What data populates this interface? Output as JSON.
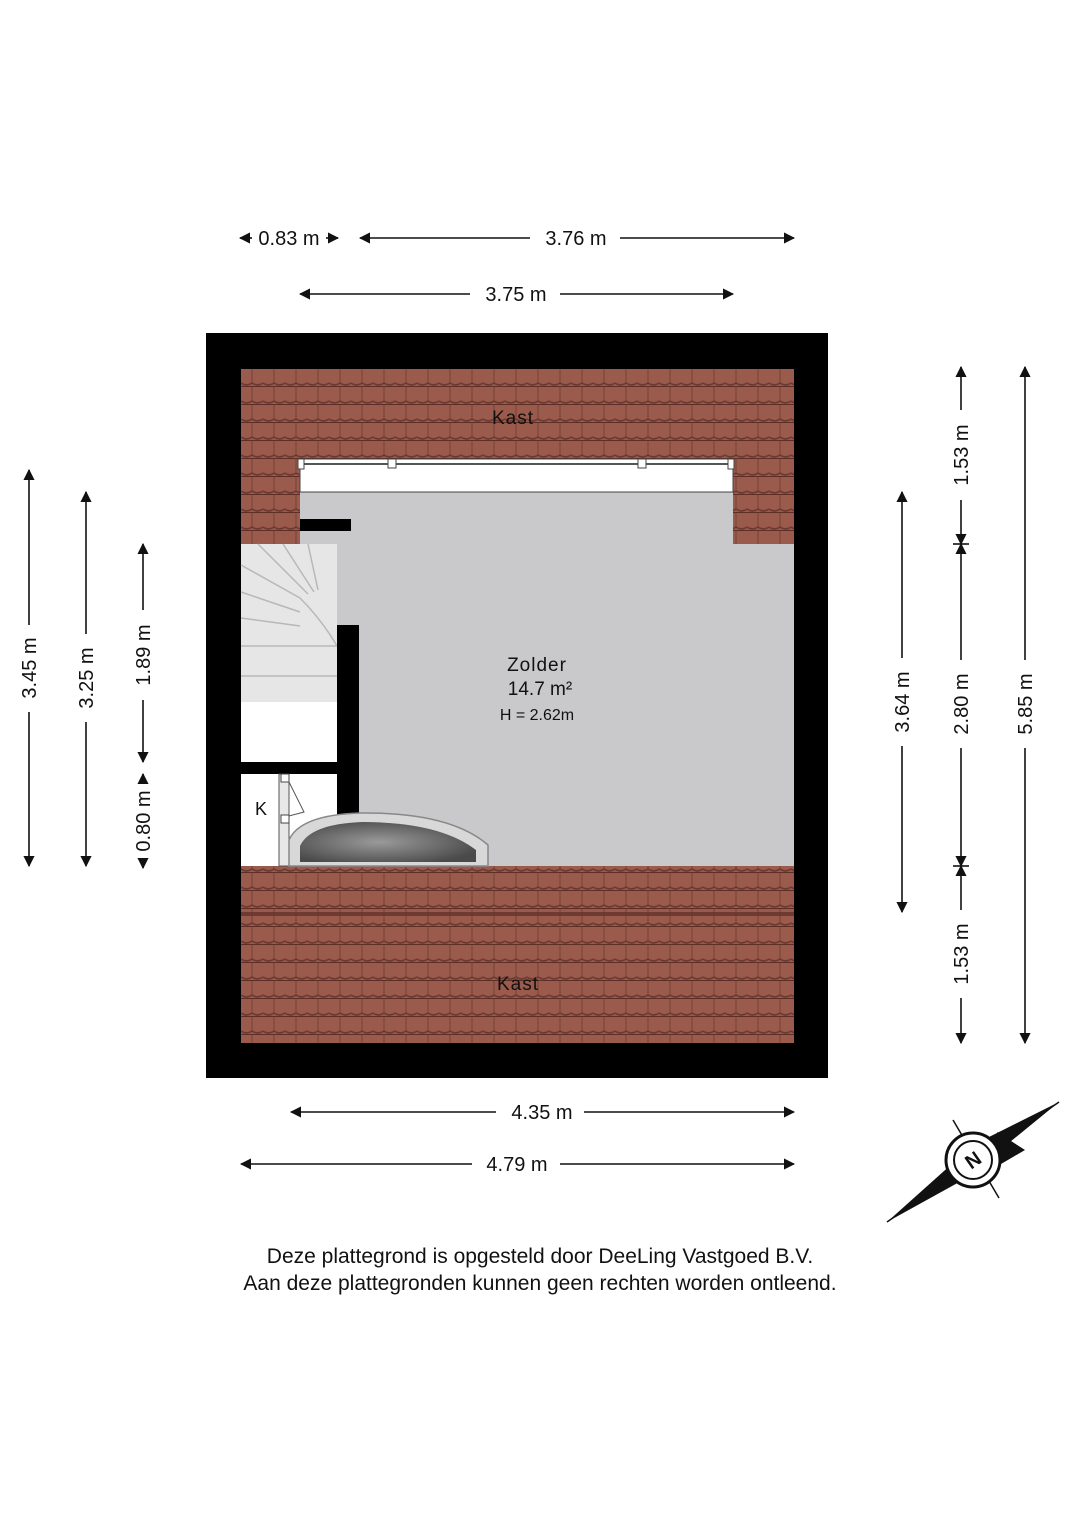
{
  "rooms": {
    "main": {
      "name": "Zolder",
      "area": "14.7 m²",
      "height": "H = 2.62m"
    },
    "kast_top": "Kast",
    "kast_bottom": "Kast",
    "closet": "K"
  },
  "dimensions": {
    "top_a": "0.83 m",
    "top_b": "3.76 m",
    "top_c": "3.75 m",
    "bottom_a": "4.35 m",
    "bottom_b": "4.79 m",
    "left_a": "3.45 m",
    "left_b": "3.25 m",
    "left_c": "1.89 m",
    "left_d": "0.80 m",
    "right_a": "3.64 m",
    "right_b1": "1.53 m",
    "right_b2": "2.80 m",
    "right_b3": "1.53 m",
    "right_c": "5.85 m"
  },
  "compass": {
    "label": "N"
  },
  "footer": {
    "line1": "Deze plattegrond is opgesteld door DeeLing Vastgoed B.V.",
    "line2": "Aan deze plattegronden kunnen geen rechten worden ontleend."
  },
  "colors": {
    "wall": "#000000",
    "floor": "#c9c9cb",
    "roof_tile": "#9a5a4c",
    "roof_tile_dark": "#6e3a30",
    "stair": "#e6e6e6"
  }
}
